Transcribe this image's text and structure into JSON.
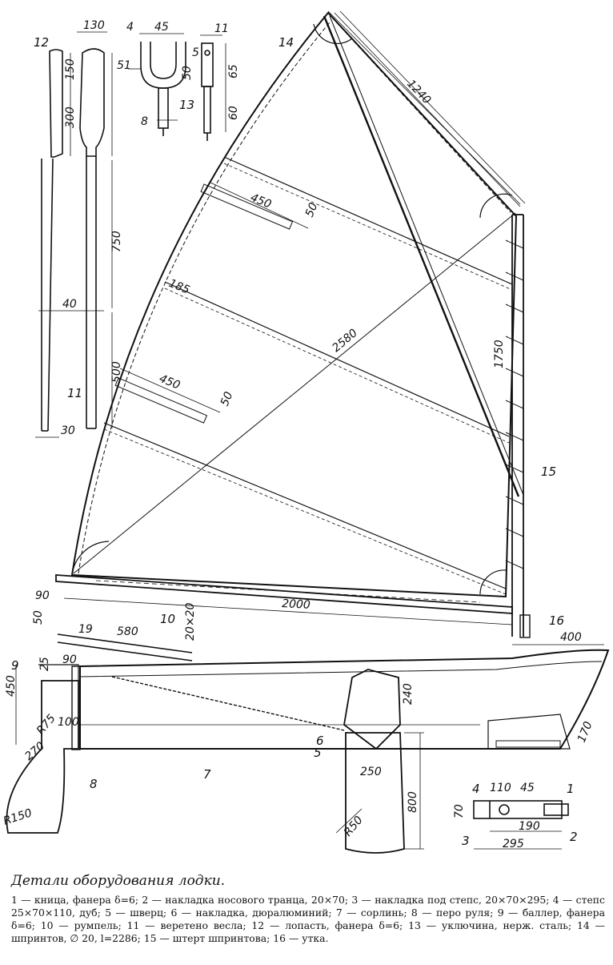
{
  "figure": {
    "title": "Детали оборудования лодки.",
    "legend": "1 — кница, фанера δ=6; 2 — накладка носового транца, 20×70; 3 — накладка под степс, 20×70×295; 4 — степс 25×70×110, дуб; 5 — шверц; 6 — накладка, дюралюминий; 7 — сорлинь; 8 — перо руля; 9 — баллер, фанера δ=6; 10 — румпель; 11 — веретено весла; 12 — лопасть, фанера δ=6; 13 — уключина, нерж. сталь; 14 — шпринтов, ∅ 20, l=2286; 15 — штерт шпринтова; 16 — утка."
  },
  "part_labels": [
    "1",
    "2",
    "3",
    "4",
    "5",
    "6",
    "7",
    "8",
    "9",
    "10",
    "11",
    "12",
    "13",
    "14",
    "15",
    "16"
  ],
  "dimensions": {
    "oar": [
      "130",
      "150",
      "300",
      "750",
      "40",
      "500",
      "30"
    ],
    "oarlock": [
      "4",
      "45",
      "5",
      "51",
      "50",
      "8",
      "11",
      "65",
      "60"
    ],
    "sail": [
      "1240",
      "450",
      "50",
      "185",
      "2580",
      "1750",
      "450",
      "50"
    ],
    "boom": [
      "2000",
      "90",
      "50",
      "19",
      "580",
      "20×20",
      "400"
    ],
    "rudder": [
      "25",
      "90",
      "450",
      "R75",
      "100",
      "270",
      "R150"
    ],
    "hull": [
      "240",
      "250",
      "R50",
      "800",
      "170"
    ],
    "step": [
      "70",
      "110",
      "45",
      "190",
      "295"
    ]
  }
}
